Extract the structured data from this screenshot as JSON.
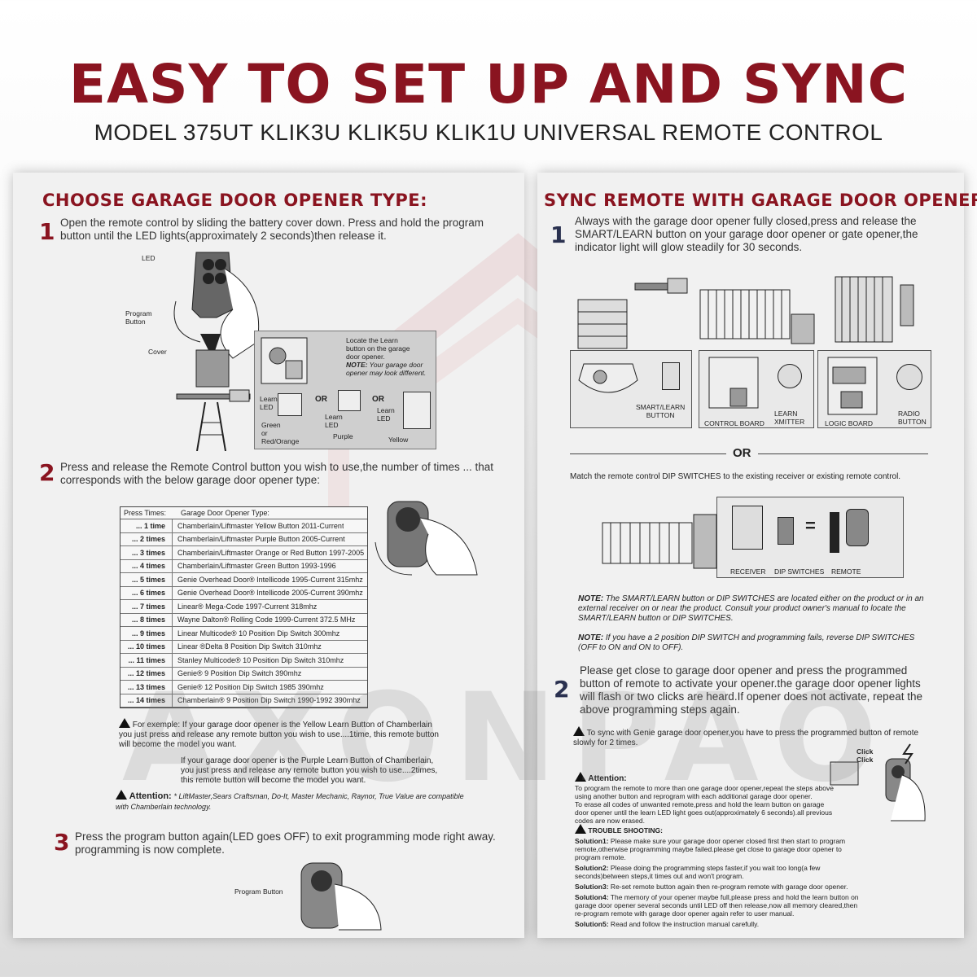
{
  "header": {
    "title": "EASY TO SET UP AND SYNC",
    "subtitle": "MODEL 375UT KLIK3U KLIK5U KLIK1U  UNIVERSAL REMOTE CONTROL"
  },
  "watermark": "AXONPAO",
  "left": {
    "title": "CHOOSE GARAGE DOOR OPENER TYPE:",
    "step1": {
      "num": "1",
      "text": "Open the remote control by sliding the battery cover down. Press and hold the program button until the LED lights(approximately 2 seconds)then release it.",
      "labels": {
        "led": "LED",
        "program": "Program\nButton",
        "cover": "Cover"
      },
      "callout": {
        "line1": "Locate the Learn",
        "line2": "button on the garage",
        "line3": "door opener.",
        "note_label": "NOTE:",
        "note": " Your garage door opener may look different."
      },
      "variants": {
        "or": "OR",
        "learn_led": "Learn\nLED",
        "green": "Green\nor\nRed/Orange",
        "purple": "Purple",
        "yellow": "Yellow"
      }
    },
    "step2": {
      "num": "2",
      "text": "Press and release the Remote Control button you wish to use,the number of times ... that corresponds with the below garage door opener type:"
    },
    "table": {
      "head1": "Press Times:",
      "head2": "Garage Door Opener Type:",
      "rows": [
        {
          "t": "... 1 time",
          "d": "Chamberlain/Liftmaster Yellow Button 2011-Current"
        },
        {
          "t": "... 2 times",
          "d": "Chamberlain/Liftmaster Purple Button 2005-Current"
        },
        {
          "t": "... 3 times",
          "d": "Chamberlain/Liftmaster Orange or Red Button 1997-2005"
        },
        {
          "t": "... 4 times",
          "d": "Chamberlain/Liftmaster Green Button 1993-1996"
        },
        {
          "t": "... 5 times",
          "d": "Genie Overhead Door® Intellicode 1995-Current 315mhz"
        },
        {
          "t": "... 6 times",
          "d": "Genie Overhead Door® Intellicode 2005-Current 390mhz"
        },
        {
          "t": "... 7 times",
          "d": "Linear® Mega-Code 1997-Current 318mhz"
        },
        {
          "t": "... 8 times",
          "d": "Wayne Dalton® Rolling Code 1999-Current 372.5 MHz"
        },
        {
          "t": "... 9 times",
          "d": "Linear  Multicode®  10 Position Dip Switch 300mhz"
        },
        {
          "t": "... 10 times",
          "d": "Linear ®Delta  8 Position Dip Switch 310mhz"
        },
        {
          "t": "... 11 times",
          "d": "Stanley  Multicode®  10 Position Dip Switch 310mhz"
        },
        {
          "t": "... 12 times",
          "d": "Genie®  9 Position Dip Switch 390mhz"
        },
        {
          "t": "... 13 times",
          "d": "Genie®  12 Position Dip Switch 1985  390mhz"
        },
        {
          "t": "... 14 times",
          "d": "Chamberlain®  9 Position Dip Switch 1990-1992  390mhz"
        }
      ]
    },
    "example": {
      "lead": "For exemple:",
      "p1": "If your garage door opener is the Yellow Learn Button of Chamberlain you just press and release any remote button you wish to use....1time, this remote button will become the model you want.",
      "p2": "If your garage door opener is the Purple Learn Button of Chamberlain, you just press and release any remote button you wish to use....2times, this remote button will become the model you want."
    },
    "attention": {
      "label": "Attention:",
      "text": "* LiftMaster,Sears Craftsman, Do-It, Master Mechanic, Raynor, True Value are compatible with Chamberlain technology."
    },
    "step3": {
      "num": "3",
      "text": "Press the program button again(LED goes OFF) to exit programming mode right away. programming is now complete.",
      "label": "Program Button"
    }
  },
  "right": {
    "title": "SYNC REMOTE WITH GARAGE DOOR OPENER:",
    "step1": {
      "num": "1",
      "text": "Always with the garage door opener fully closed,press and release the SMART/LEARN button on your garage door opener or gate opener,the indicator light will glow steadily for 30 seconds.",
      "labels": {
        "smart": "SMART/LEARN\nBUTTON",
        "control": "CONTROL BOARD",
        "learn": "LEARN\nXMITTER",
        "logic": "LOGIC BOARD",
        "radio": "RADIO\nBUTTON"
      }
    },
    "or": "OR",
    "dip_intro": "Match the remote control DIP SWITCHES to the existing receiver or existing remote control.",
    "dip_labels": {
      "receiver": "RECEIVER",
      "dip": "DIP SWITCHES",
      "remote": "REMOTE",
      "eq": "="
    },
    "note1": {
      "label": "NOTE:",
      "text": " The SMART/LEARN button or DIP SWITCHES are located either on the product or in an external receiver on or near the product. Consult your product owner's manual to locate the SMART/LEARN button or DIP SWITCHES."
    },
    "note2": {
      "label": "NOTE:",
      "text": " If you have a 2 position DIP SWITCH and programming fails, reverse DIP SWITCHES (OFF to ON and ON to OFF)."
    },
    "step2": {
      "num": "2",
      "text": "Please get close to garage door opener and press the programmed button of remote to activate your opener.the garage door opener lights will flash or two clicks are heard.If opener does not activate, repeat the above programming steps again."
    },
    "genie": "To sync with Genie garage door opener,you have to press the programmed button of remote slowly for 2 times.",
    "click": "Click\nClick",
    "attention": {
      "label": "Attention:",
      "p1": "To program the remote to more than one garage door opener,repeat the steps above using another button and reprogram with each additional garage door opener.",
      "p2": "To erase all codes of unwanted remote,press and hold the learn button on garage door opener until the learn LED light goes out(approximately 6 seconds).all previous codes are now erased."
    },
    "trouble": {
      "label": "TROUBLE SHOOTING:",
      "items": [
        {
          "k": "Solution1:",
          "v": " Please make sure your garage door opener closed first then start to program remote,otherwise programming maybe failed.please get close to garage door opener to program remote."
        },
        {
          "k": "Solution2:",
          "v": " Please doing the programming steps faster,if you wait too long(a few seconds)between steps,it times out and won't program."
        },
        {
          "k": "Solution3:",
          "v": " Re-set remote button again then re-program remote with garage door opener."
        },
        {
          "k": "Solution4:",
          "v": " The memory of your opener maybe full,please press and hold the learn button on garage door opener several seconds until LED off then release,now all memory cleared,then re-program remote with garage door opener again refer to user manual."
        },
        {
          "k": "Solution5:",
          "v": " Read and follow the instruction manual carefully."
        }
      ]
    }
  },
  "colors": {
    "accent": "#8a1420",
    "navy": "#2a3150",
    "panel": "#f1f1f1"
  }
}
